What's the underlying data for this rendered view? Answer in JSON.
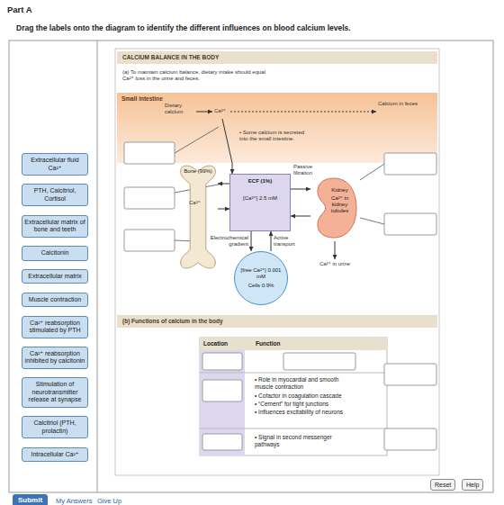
{
  "diagram": {
    "title": "Part A",
    "nodes": [
      {
        "text": [
          "Extracellular fluid Ca²⁺"
        ]
      },
      {
        "text": [
          "PTH, Calcitriol, Cortisol"
        ]
      },
      {
        "text": [
          "Extracellular matrix of bone and teeth"
        ]
      },
      {
        "text": [
          "Calcitonin"
        ]
      },
      {
        "text": [
          "Extracellular matrix"
        ]
      },
      {
        "text": [
          "Muscle contraction"
        ]
      },
      {
        "text": [
          "Ca²⁺ reabsorption stimulated by PTH"
        ]
      },
      {
        "text": [
          "Ca²⁺ reabsorption inhibited by calcitonin"
        ]
      },
      {
        "text": [
          "Stimulation of neurotransmitter release at synapse"
        ]
      },
      {
        "text": [
          "Calcitriol (PTH, prolactin)"
        ]
      },
      {
        "text": [
          "Intracellular Ca²⁺"
        ]
      },
      {
        "text": [
          "CALCIUM BALANCE IN THE BODY"
        ]
      },
      {
        "text": [
          "Small intestine"
        ]
      },
      {
        "text": [
          "Bone (99%)"
        ]
      },
      {
        "text": [
          "ECF (1%)",
          "[Ca²⁺] 2.5 mM"
        ]
      },
      {
        "text": [
          "Kidney",
          "Ca²⁺ in kidney tubules"
        ]
      },
      {
        "text": [
          "[free Ca²⁺] 0.001 mM",
          "Cells 0.9%"
        ]
      },
      {
        "text": [
          "(b) Functions of calcium in the body"
        ]
      },
      {
        "text": [
          "Reset"
        ]
      },
      {
        "text": [
          "Help"
        ]
      },
      {
        "text": [
          "Submit"
        ]
      }
    ],
    "edges": [
      {
        "from": 12,
        "to": 14,
        "arrow": "to"
      },
      {
        "from": 14,
        "to": 13,
        "arrow": "to"
      },
      {
        "from": 13,
        "to": 14,
        "arrow": "to"
      },
      {
        "from": 14,
        "to": 15,
        "arrow": "to"
      },
      {
        "from": 15,
        "to": 14,
        "arrow": "to"
      },
      {
        "from": 14,
        "to": 16,
        "arrow": "to"
      },
      {
        "from": 16,
        "to": 14,
        "arrow": "to"
      }
    ],
    "labels": [
      "Drag the labels onto the diagram to identify the different influences on blood calcium levels.",
      "(a) To maintain calcium balance, dietary intake should equal Ca²⁺ loss in the urine and feces.",
      "Dietary calcium",
      "Ca²⁺",
      "Calcium in feces",
      "• Some calcium is secreted into the small intestine.",
      "Ca²⁺",
      "Passive filtration",
      "Electrochemical gradient",
      "Active transport",
      "Ca²⁺ in urine",
      "Location",
      "Function",
      "• Role in myocardial and smooth muscle contraction",
      "• Cofactor in coagulation cascade",
      "• “Cement” for tight junctions",
      "• Influences excitability of neurons",
      "• Signal in second messenger pathways",
      "My Answers",
      "Give Up"
    ]
  }
}
